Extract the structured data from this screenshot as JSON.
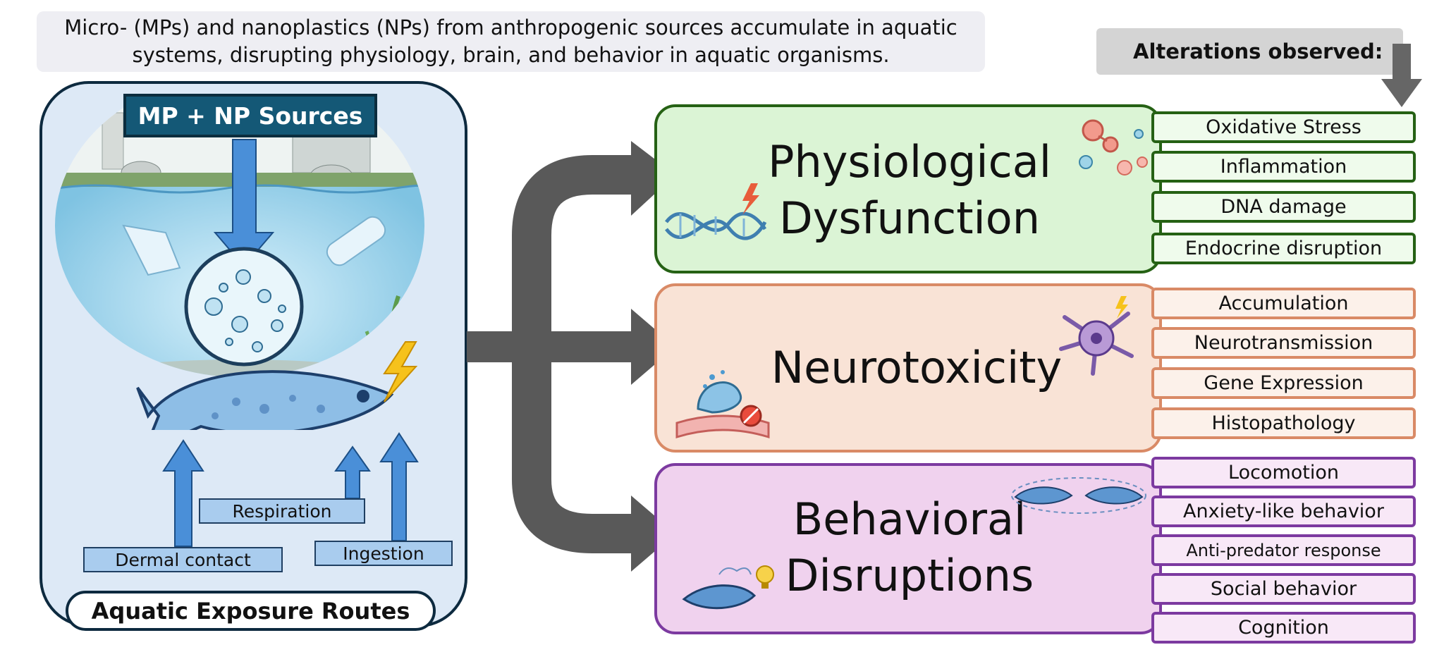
{
  "intro_text": "Micro- (MPs) and nanoplastics (NPs) from anthropogenic sources accumulate in aquatic systems, disrupting physiology, brain, and behavior in aquatic organisms.",
  "alterations_header": "Alterations observed:",
  "exposure": {
    "sources_label": "MP + NP Sources",
    "routes_label": "Aquatic Exposure Routes",
    "routes": [
      "Dermal contact",
      "Respiration",
      "Ingestion"
    ]
  },
  "categories": [
    {
      "title_line1": "Physiological",
      "title_line2": "Dysfunction",
      "color": "#256114",
      "fill": "#dbf4d5",
      "icons": [
        "dna-icon",
        "molecule-cells-icon"
      ],
      "alterations": [
        "Oxidative Stress",
        "Inflammation",
        "DNA damage",
        "Endocrine disruption"
      ]
    },
    {
      "title_line1": "Neurotoxicity",
      "color": "#d98a66",
      "fill": "#f9e3d6",
      "icons": [
        "synapse-icon",
        "neuron-icon"
      ],
      "alterations": [
        "Accumulation",
        "Neurotransmission",
        "Gene Expression",
        "Histopathology"
      ]
    },
    {
      "title_line1": "Behavioral",
      "title_line2": "Disruptions",
      "color": "#7c3aa0",
      "fill": "#f0d2ee",
      "icons": [
        "fish-pair-icon",
        "fish-thinking-icon"
      ],
      "alterations": [
        "Locomotion",
        "Anxiety-like behavior",
        "Anti-predator response",
        "Social behavior",
        "Cognition"
      ]
    }
  ]
}
